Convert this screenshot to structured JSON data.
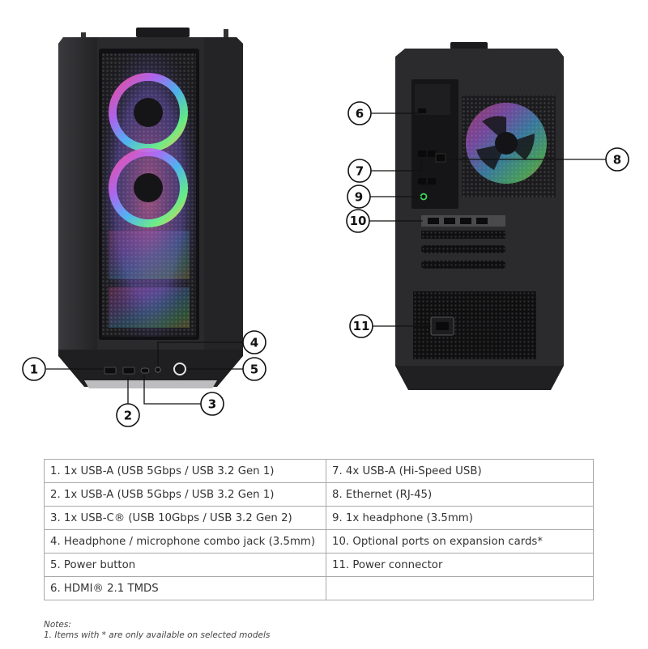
{
  "callouts": {
    "c1": "1",
    "c2": "2",
    "c3": "3",
    "c4": "4",
    "c5": "5",
    "c6": "6",
    "c7": "7",
    "c8": "8",
    "c9": "9",
    "c10": "10",
    "c11": "11"
  },
  "table": {
    "rows": [
      {
        "left": "1.  1x USB-A (USB 5Gbps / USB 3.2 Gen 1)",
        "right": "7.  4x USB-A (Hi-Speed USB)"
      },
      {
        "left": "2.  1x USB-A (USB 5Gbps / USB 3.2 Gen 1)",
        "right": "8.  Ethernet (RJ-45)"
      },
      {
        "left": "3.  1x USB-C® (USB 10Gbps / USB 3.2 Gen 2)",
        "right": "9.  1x headphone (3.5mm)"
      },
      {
        "left": "4.  Headphone / microphone combo jack (3.5mm)",
        "right": "10. Optional ports on expansion cards*"
      },
      {
        "left": "5.  Power button",
        "right": "11. Power connector"
      },
      {
        "left": "6.  HDMI® 2.1 TMDS",
        "right": ""
      }
    ]
  },
  "notes": {
    "heading": "Notes:",
    "line1": "1. Items with * are only available on selected models"
  },
  "colors": {
    "chassis": "#2b2b2e",
    "chassis_dark": "#18181a",
    "accent_green": "#3ddc5a"
  }
}
